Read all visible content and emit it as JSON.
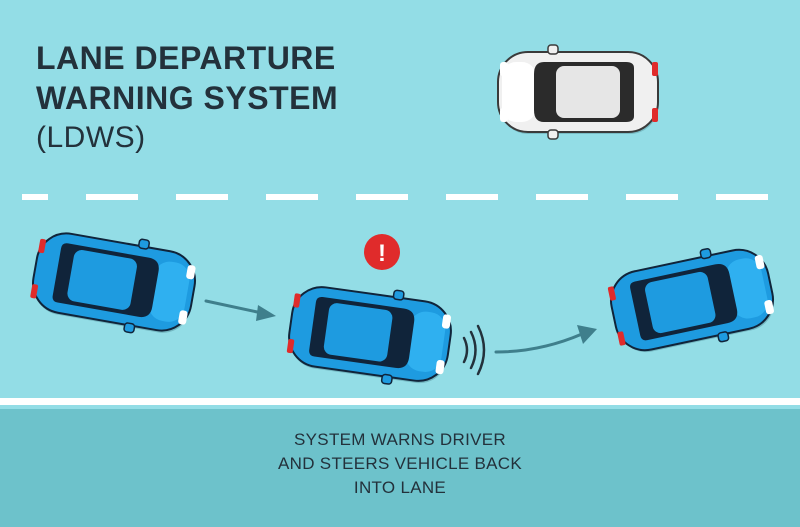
{
  "title": {
    "line1": "LANE DEPARTURE",
    "line2": "WARNING SYSTEM",
    "subtitle": "(LDWS)"
  },
  "caption": {
    "line1": "SYSTEM WARNS DRIVER",
    "line2": "AND STEERS VEHICLE BACK",
    "line3": "INTO LANE"
  },
  "warning_symbol": "!",
  "colors": {
    "background": "#93dde6",
    "bottom_band": "#6dc2cb",
    "lane_marking": "#ffffff",
    "text": "#23313b",
    "blue_car": "#1e9be0",
    "white_car": "#f0f0f0",
    "warning": "#e02b2b",
    "arrow": "#3f7f8c"
  },
  "icons": [
    "warning-icon",
    "sound-waves-icon",
    "arrow-right-icon",
    "arrow-curve-icon",
    "car-icon"
  ]
}
